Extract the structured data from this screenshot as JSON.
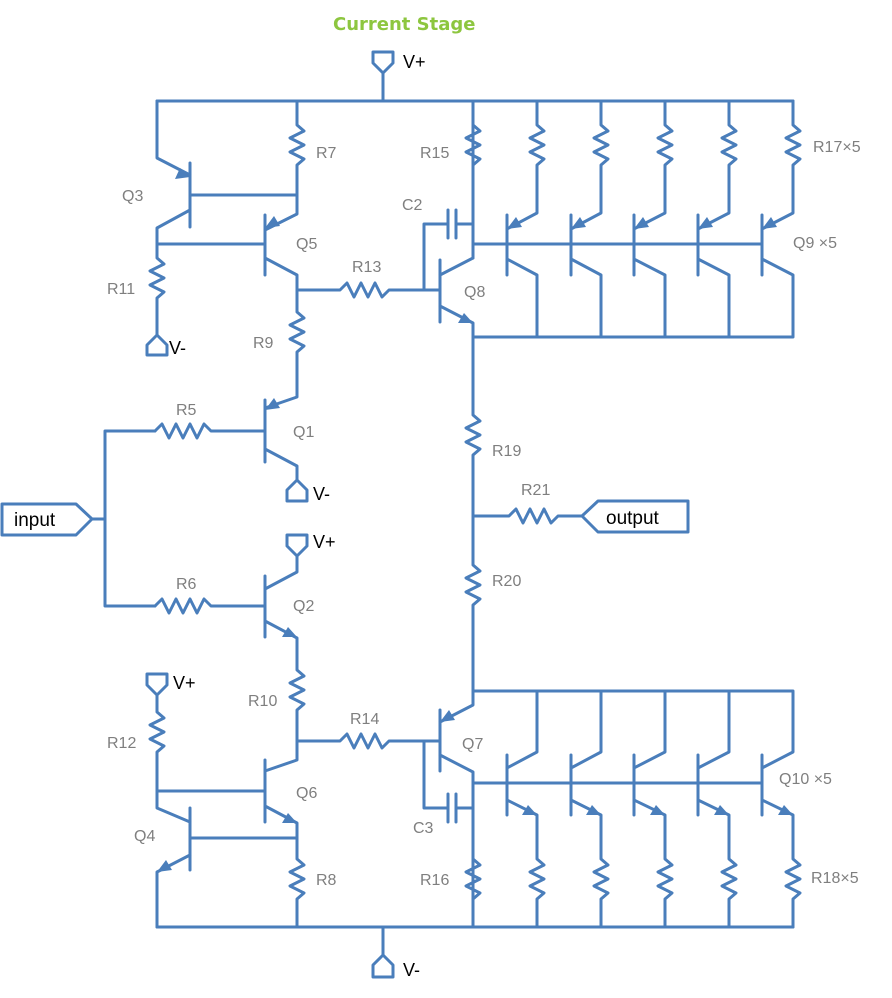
{
  "title": "Current Stage",
  "colors": {
    "wire": "#4a7ebb",
    "label": "#7f7f7f",
    "title": "#8dc63f"
  },
  "rails": {
    "vplus": "V+",
    "vminus": "V-"
  },
  "ports": {
    "input": "input",
    "output": "output"
  },
  "labels": {
    "R5": "R5",
    "R6": "R6",
    "R7": "R7",
    "R8": "R8",
    "R9": "R9",
    "R10": "R10",
    "R11": "R11",
    "R12": "R12",
    "R13": "R13",
    "R14": "R14",
    "R15": "R15",
    "R16": "R16",
    "R17": "R17×5",
    "R18": "R18×5",
    "R19": "R19",
    "R20": "R20",
    "R21": "R21",
    "Q1": "Q1",
    "Q2": "Q2",
    "Q3": "Q3",
    "Q4": "Q4",
    "Q5": "Q5",
    "Q6": "Q6",
    "Q7": "Q7",
    "Q8": "Q8",
    "Q9": "Q9 ×5",
    "Q10": "Q10 ×5",
    "C2": "C2",
    "C3": "C3"
  }
}
